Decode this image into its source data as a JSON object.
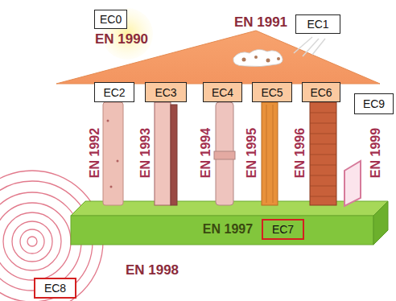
{
  "diagram": {
    "nodes": [
      {
        "text": [
          "EC0"
        ]
      },
      {
        "text": [
          "EC1"
        ]
      },
      {
        "text": [
          "EC2"
        ]
      },
      {
        "text": [
          "EC3"
        ]
      },
      {
        "text": [
          "EC4"
        ]
      },
      {
        "text": [
          "EC5"
        ]
      },
      {
        "text": [
          "EC6"
        ]
      },
      {
        "text": [
          "EC9"
        ]
      },
      {
        "text": [
          "EC7"
        ]
      },
      {
        "text": [
          "EC8"
        ]
      }
    ],
    "labels": [
      "EN 1990",
      "EN 1991",
      "EN 1992",
      "EN 1993",
      "EN 1994",
      "EN 1995",
      "EN 1996",
      "EN 1999",
      "EN 1997",
      "EN 1998"
    ]
  }
}
